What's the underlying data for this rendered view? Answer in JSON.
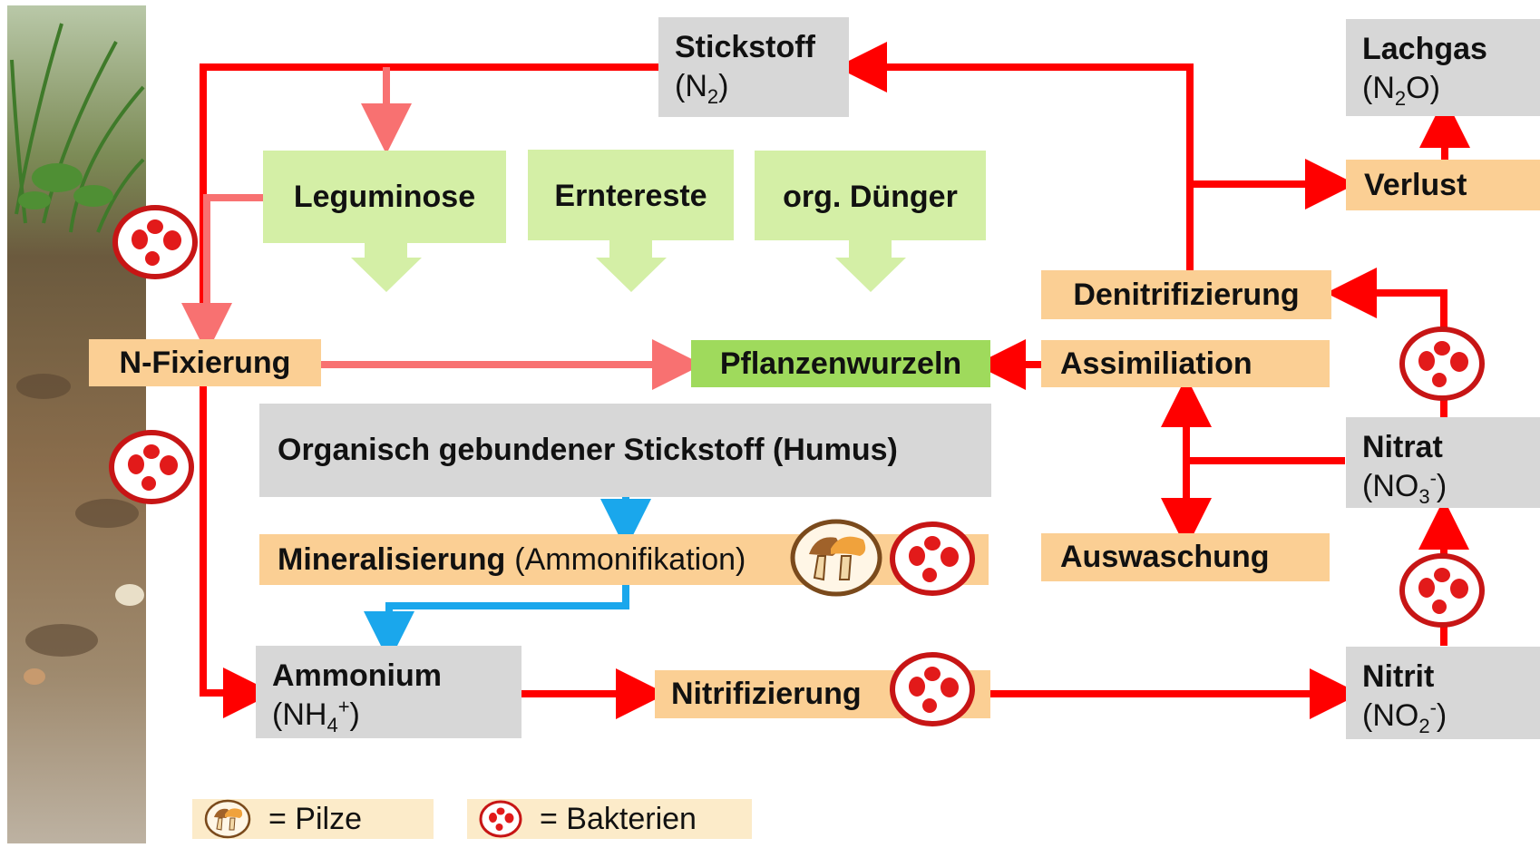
{
  "nodes": {
    "stickstoff": {
      "title": "Stickstoff",
      "formula_pre": "(N",
      "formula_sub": "2",
      "formula_post": ")"
    },
    "lachgas": {
      "title": "Lachgas",
      "formula_pre": "(N",
      "formula_sub": "2",
      "formula_post": "O)"
    },
    "leguminose": "Leguminose",
    "erntereste": "Erntereste",
    "org_duenger": "org. Dünger",
    "verlust": "Verlust",
    "denitrifizierung": "Denitrifizierung",
    "n_fixierung": "N-Fixierung",
    "pflanzenwurzeln": "Pflanzenwurzeln",
    "assimiliation": "Assimiliation",
    "humus": "Organisch gebundener Stickstoff (Humus)",
    "mineralisierung": {
      "bold": "Mineralisierung",
      "normal": "(Ammonifikation)"
    },
    "auswaschung": "Auswaschung",
    "nitrat": {
      "title": "Nitrat",
      "formula_pre": "(NO",
      "formula_sub": "3",
      "formula_sup": "-",
      "formula_post": ")"
    },
    "ammonium": {
      "title": "Ammonium",
      "formula_pre": "(NH",
      "formula_sub": "4",
      "formula_sup": "+",
      "formula_post": ")"
    },
    "nitrifizierung": "Nitrifizierung",
    "nitrit": {
      "title": "Nitrit",
      "formula_pre": "(NO",
      "formula_sub": "2",
      "formula_sup": "-",
      "formula_post": ")"
    }
  },
  "legend": {
    "pilze": "= Pilze",
    "bakterien": "= Bakterien"
  },
  "colors": {
    "arrow_red": "#ff0000",
    "arrow_pink": "#f87171",
    "arrow_blue": "#1aa7ec",
    "arrow_green": "#d4efa6",
    "bacteria_red": "#e21a1a",
    "fungus_brown": "#a0622a",
    "fungus_orange": "#f0a23c"
  }
}
